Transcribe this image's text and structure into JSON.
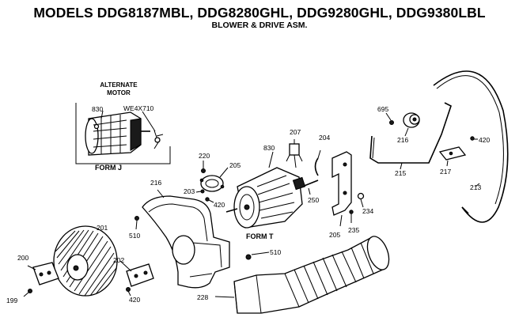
{
  "header": {
    "title": "MODELS DDG8187MBL, DDG8280GHL, DDG9280GHL, DDG9380LBL",
    "subtitle": "BLOWER & DRIVE ASM."
  },
  "inset": {
    "heading_line1": "ALTERNATE",
    "heading_line2": "MOTOR",
    "form_label": "FORM J",
    "part_motor": "830",
    "part_kit": "WE4X710"
  },
  "main_form_label": "FORM T",
  "callouts": {
    "c695": "695",
    "c207": "207",
    "c204": "204",
    "c216_pulley": "216",
    "c420_right": "420",
    "c220": "220",
    "c830": "830",
    "c205_clip": "205",
    "c203": "203",
    "c420_mid": "420",
    "c250": "250",
    "c216_housing": "216",
    "c215": "215",
    "c217": "217",
    "c213": "213",
    "c234": "234",
    "c235": "235",
    "c205_bracket": "205",
    "c201": "201",
    "c510_left": "510",
    "c200": "200",
    "c202": "202",
    "c510_center": "510",
    "c199": "199",
    "c420_bottom": "420",
    "c228": "228"
  }
}
